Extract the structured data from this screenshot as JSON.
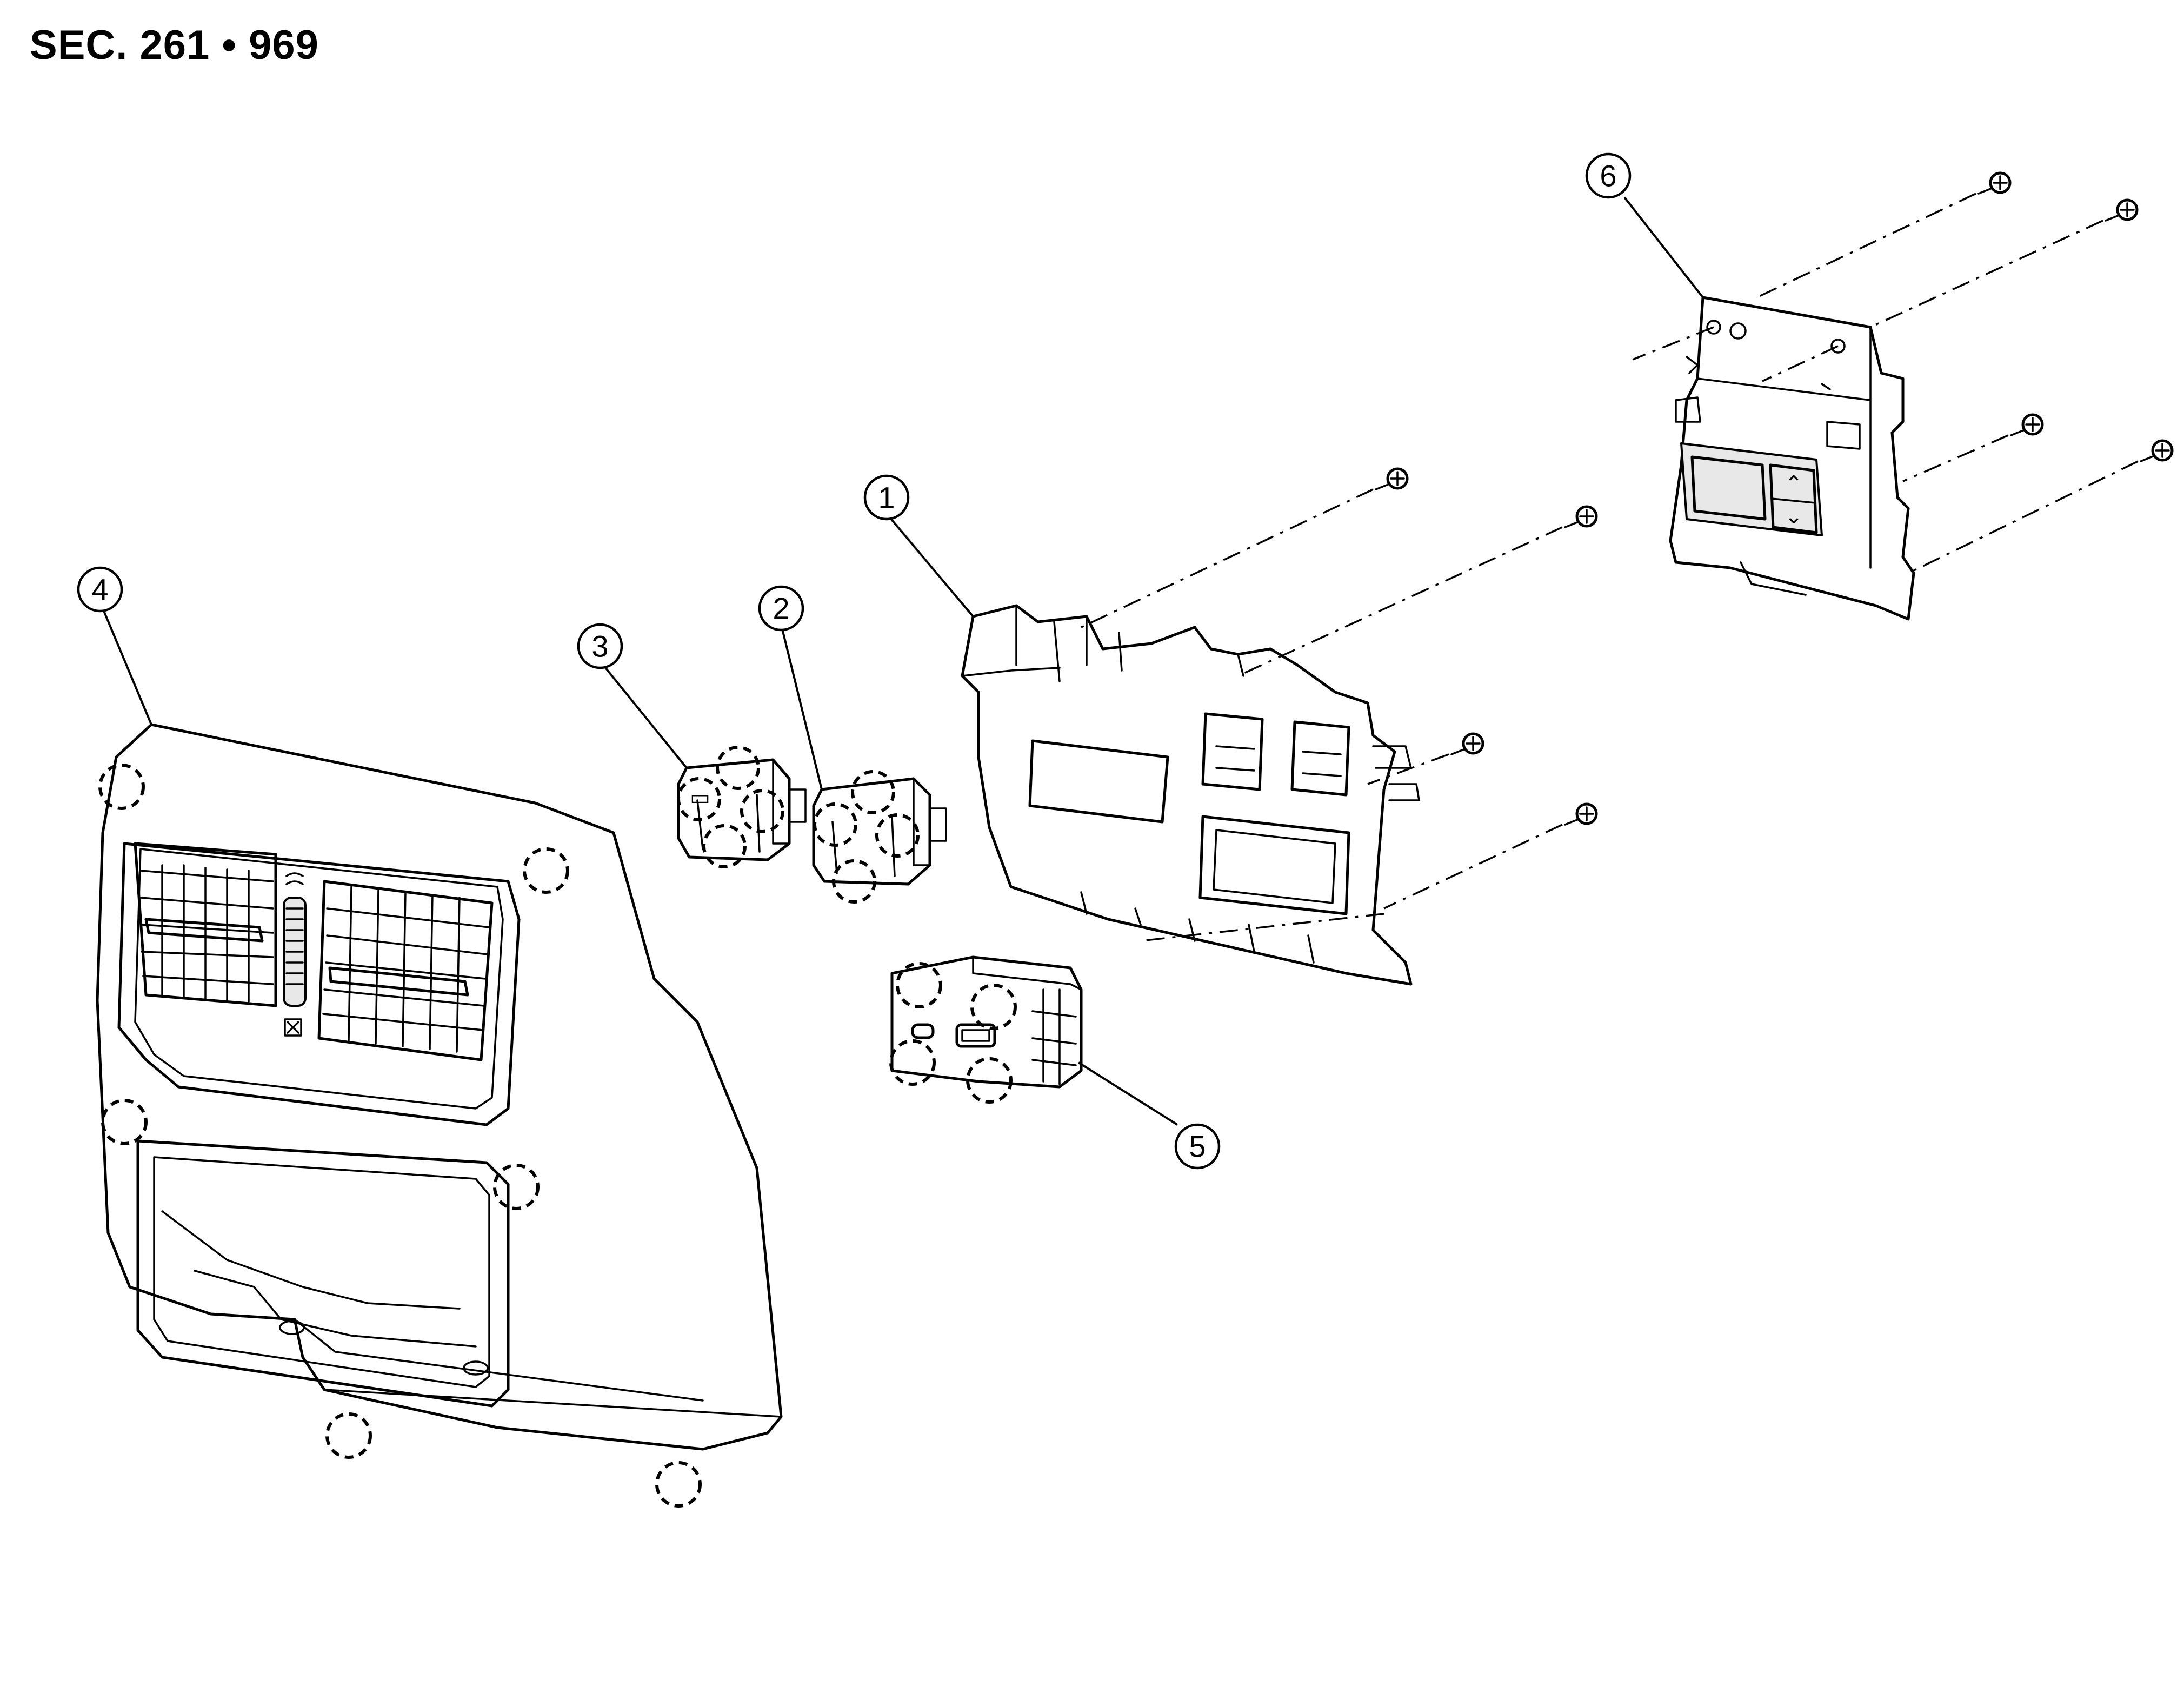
{
  "header": {
    "section_ref": "SEC. 261 • 969"
  },
  "callouts": [
    {
      "id": "1",
      "label": "1"
    },
    {
      "id": "2",
      "label": "2"
    },
    {
      "id": "3",
      "label": "3"
    },
    {
      "id": "4",
      "label": "4"
    },
    {
      "id": "5",
      "label": "5"
    },
    {
      "id": "6",
      "label": "6"
    }
  ],
  "icons": {
    "screw": "screw-icon",
    "clip_location": "dashed-circle-clip-icon",
    "usb_a_port": "usb-a-port-icon",
    "usb_c_port": "usb-c-port-icon",
    "up_arrow_button": "chevron-up-icon",
    "down_arrow_button": "chevron-down-icon"
  },
  "colors": {
    "line": "#000000",
    "background": "#ffffff"
  }
}
